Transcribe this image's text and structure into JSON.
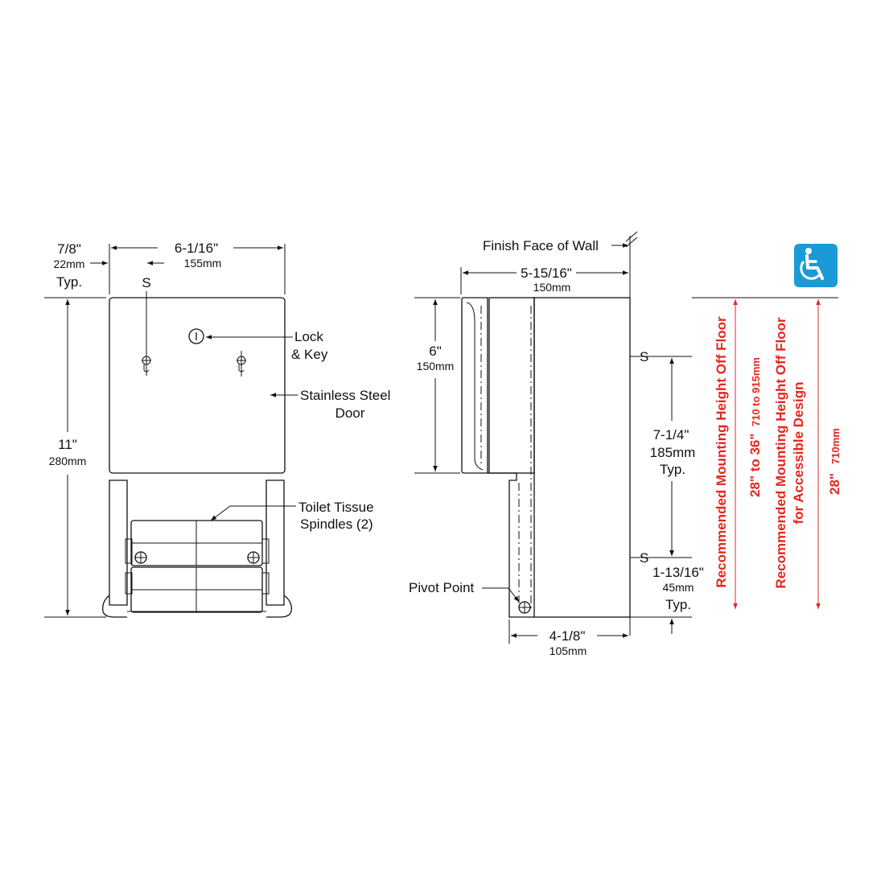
{
  "front_view": {
    "width_top_in": "6-1/16\"",
    "width_top_mm": "155mm",
    "edge_in": "7/8\"",
    "edge_mm": "22mm",
    "edge_typ": "Typ.",
    "height_in": "11\"",
    "height_mm": "280mm",
    "screw_label": "S",
    "callout_lock_1": "Lock",
    "callout_lock_2": "& Key",
    "callout_door_1": "Stainless Steel",
    "callout_door_2": "Door",
    "callout_spindle_1": "Toilet Tissue",
    "callout_spindle_2": "Spindles (2)"
  },
  "side_view": {
    "wall_label": "Finish Face of Wall",
    "depth_in": "5-15/16\"",
    "depth_mm": "150mm",
    "door_height_in": "6\"",
    "door_height_mm": "150mm",
    "screw_top": "S",
    "screw_bottom": "S",
    "spacing_in": "7-1/4\"",
    "spacing_mm": "185mm",
    "spacing_typ": "Typ.",
    "bottom_in": "1-13/16\"",
    "bottom_mm": "45mm",
    "bottom_typ": "Typ.",
    "pivot_label": "Pivot Point",
    "base_in": "4-1/8\"",
    "base_mm": "105mm"
  },
  "mounting": {
    "standard_label": "Recommended Mounting Height Off Floor",
    "standard_range": "28\" to 36\"",
    "standard_mm": "710 to 915mm",
    "accessible_label_1": "Recommended Mounting Height Off Floor",
    "accessible_label_2": "for Accessible Design",
    "accessible_in": "28\"",
    "accessible_mm": "710mm",
    "accent_color": "#e4281f",
    "badge_color": "#1a9ad6",
    "badge_icon": "wheelchair-icon"
  }
}
